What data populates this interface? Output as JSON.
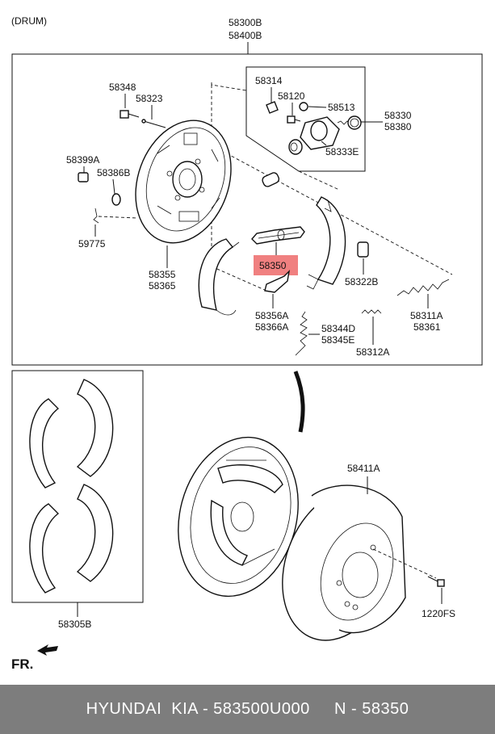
{
  "header_note": "(DRUM)",
  "direction_label": "FR.",
  "labels": {
    "assy_a": "58300B",
    "assy_b": "58400B",
    "l58348": "58348",
    "l58323": "58323",
    "l58314": "58314",
    "l58120": "58120",
    "l58513": "58513",
    "l58330": "58330",
    "l58380": "58380",
    "l58333E": "58333E",
    "l58399A": "58399A",
    "l58386B": "58386B",
    "l59775": "59775",
    "l58355": "58355",
    "l58365": "58365",
    "l58350": "58350",
    "l58322B": "58322B",
    "l58356A": "58356A",
    "l58366A": "58366A",
    "l58344D": "58344D",
    "l58345E": "58345E",
    "l58312A": "58312A",
    "l58311A": "58311A",
    "l58361": "58361",
    "l58305B": "58305B",
    "l58411A": "58411A",
    "l1220FS": "1220FS"
  },
  "highlight_color": "#f08080",
  "footer": {
    "brand": "HYUNDAI  KIA - 583500U000     N - 58350"
  }
}
